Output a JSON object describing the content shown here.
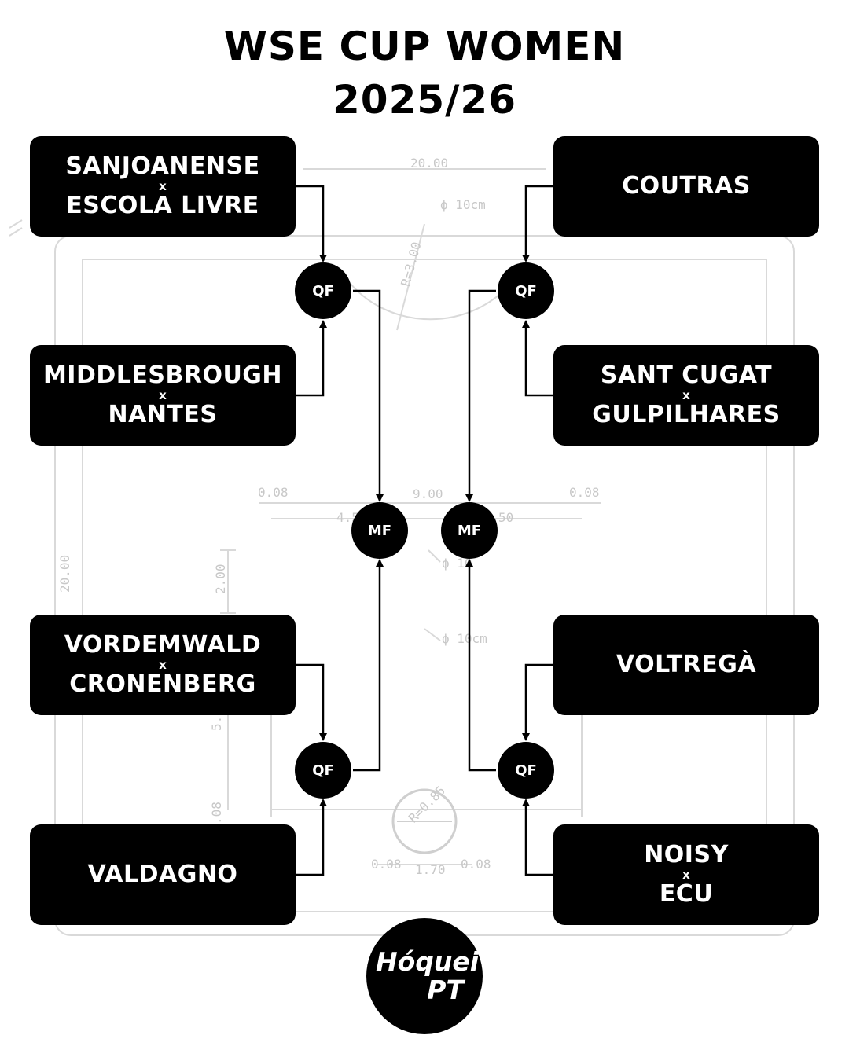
{
  "title": {
    "line1": "WSE CUP WOMEN",
    "line2": "2025/26"
  },
  "rink_labels": {
    "top_width": "20.00",
    "circle_top": "ϕ 10cm",
    "radius": "R=3.00",
    "left_small": "0.08",
    "center_width": "9.00",
    "right_small": "0.08",
    "left_half": "4.5",
    "right_half": "50",
    "center_circle": "ϕ 10",
    "side_length": "20.00",
    "side_mid": "2.00",
    "lower_circle": "ϕ 10cm",
    "side_low": "5.",
    "side_bottom": ".08",
    "goal_radius": "R=0.85",
    "bottom_left": "0.08",
    "bottom_mid": "1.70",
    "bottom_right": "0.08"
  },
  "matches": {
    "top_left": {
      "team1": "SANJOANENSE",
      "vs": "x",
      "team2": "ESCOLA LIVRE"
    },
    "mid_left": {
      "team1": "MIDDLESBROUGH",
      "vs": "x",
      "team2": "NANTES"
    },
    "top_right": {
      "team1": "COUTRAS"
    },
    "mid_right": {
      "team1": "SANT CUGAT",
      "vs": "x",
      "team2": "GULPILHARES"
    },
    "low_left": {
      "team1": "VORDEMWALD",
      "vs": "x",
      "team2": "CRONENBERG"
    },
    "bottom_left": {
      "team1": "VALDAGNO"
    },
    "low_right": {
      "team1": "VOLTREGÀ"
    },
    "bottom_right": {
      "team1": "NOISY",
      "vs": "x",
      "team2": "ECU"
    }
  },
  "nodes": {
    "qf_top_left": "QF",
    "qf_top_right": "QF",
    "mf_left": "MF",
    "mf_right": "MF",
    "qf_bottom_left": "QF",
    "qf_bottom_right": "QF"
  },
  "logo": {
    "line1": "Hóquei",
    "line2": "PT"
  },
  "colors": {
    "box": "#000000",
    "text_on_box": "#ffffff",
    "background": "#ffffff",
    "rink_lines": "#d6d6d6"
  }
}
